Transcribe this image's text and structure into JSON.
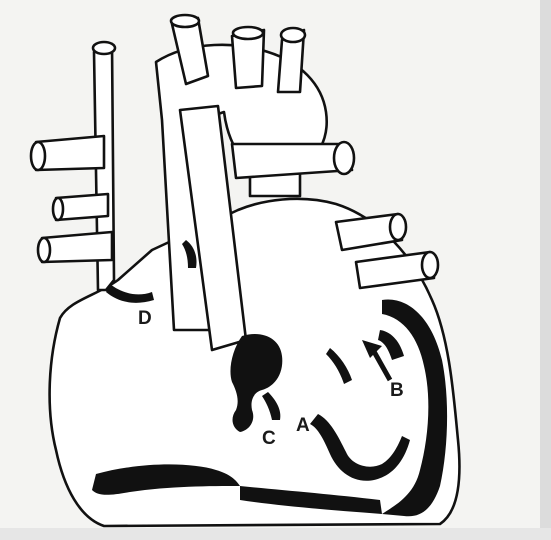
{
  "figure": {
    "labels": {
      "a": "A",
      "b": "B",
      "c": "C",
      "d": "D"
    },
    "colors": {
      "paper": "#f4f4f2",
      "ink": "#111111",
      "scan_edge": "#dcdcdc"
    }
  }
}
